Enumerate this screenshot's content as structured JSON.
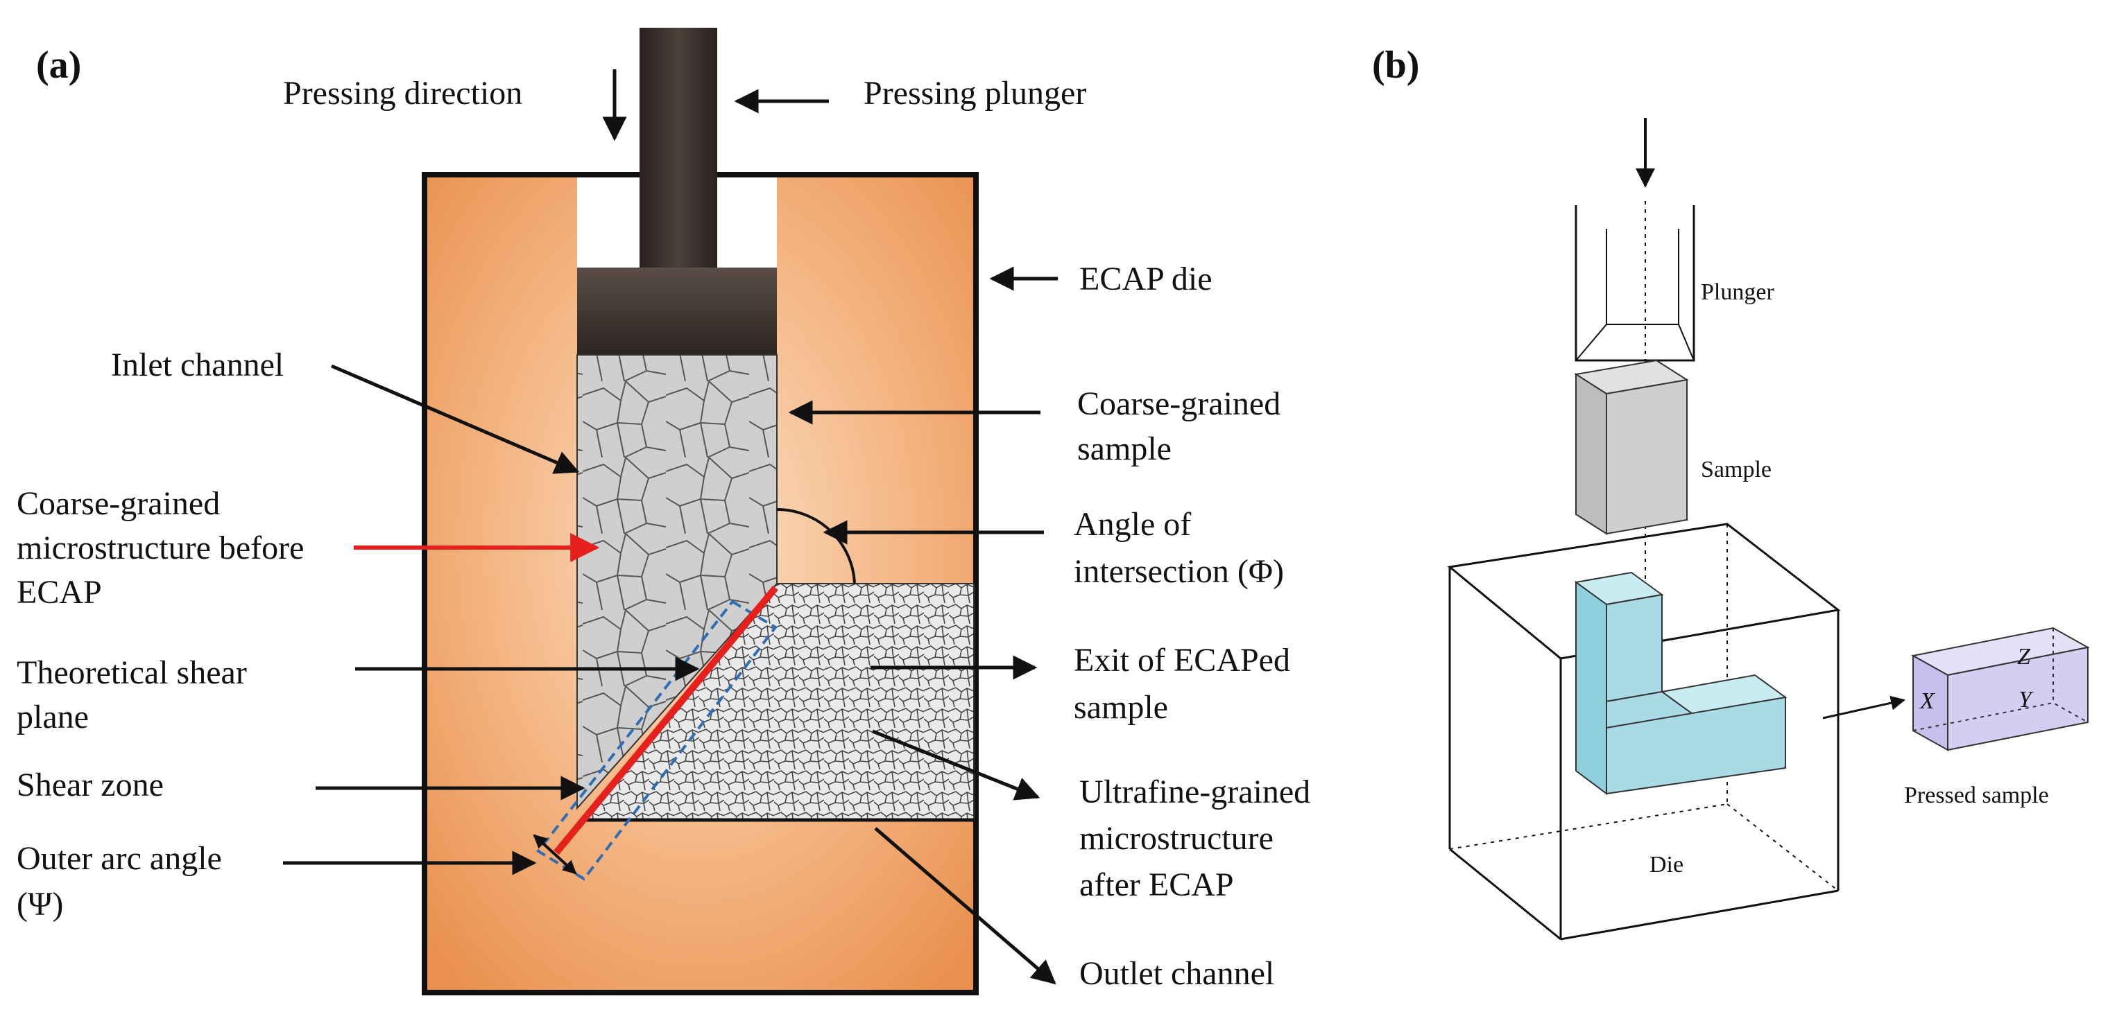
{
  "panel_a": {
    "tag": "(a)",
    "pressing_direction": "Pressing direction",
    "pressing_plunger": "Pressing plunger",
    "ecap_die": "ECAP die",
    "inlet_channel": "Inlet channel",
    "coarse_sample": [
      "Coarse-grained",
      "sample"
    ],
    "coarse_micro": [
      "Coarse-grained",
      "microstructure before",
      "ECAP"
    ],
    "angle_intersection": [
      "Angle of",
      "intersection (Φ)"
    ],
    "theoretical_shear": [
      "Theoretical shear",
      "plane"
    ],
    "exit_sample": [
      "Exit of ECAPed",
      "sample"
    ],
    "shear_zone": "Shear zone",
    "outer_arc": [
      "Outer arc angle",
      "(Ψ)"
    ],
    "ultrafine": [
      "Ultrafine-grained",
      "microstructure",
      "after ECAP"
    ],
    "outlet_channel": "Outlet channel"
  },
  "panel_b": {
    "tag": "(b)",
    "plunger": "Plunger",
    "sample": "Sample",
    "die": "Die",
    "pressed_sample": "Pressed sample",
    "axis_x": "X",
    "axis_y": "Y",
    "axis_z": "Z"
  },
  "colors": {
    "die_orange": "#f2a66e",
    "plunger_dark": "#3a2f2b",
    "sample_grey": "#c9c9c9",
    "shear_red": "#e5201d",
    "shear_zone_blue": "#2f6db5",
    "die_sample_cyan": "#a9dbe6",
    "pressed_lavender": "#d4cff2"
  }
}
